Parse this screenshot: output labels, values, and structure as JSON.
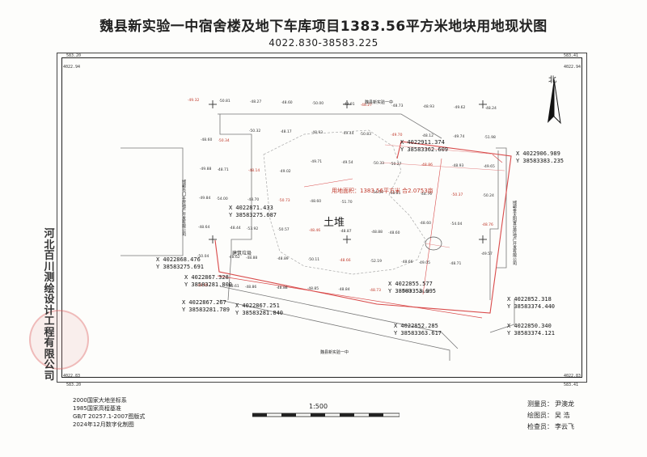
{
  "title": "魏县新实验一中宿舍楼及地下车库项目1383.56平方米地块用地现状图",
  "subtitle": "4022.830-38583.225",
  "corners": {
    "tl_top": "583.20",
    "tl_bottom": "4022.94",
    "tr_top": "583.41",
    "tr_bottom": "4022.94",
    "bl_top": "4022.83",
    "bl_bottom": "583.20",
    "br_top": "4022.83",
    "br_bottom": "583.41"
  },
  "north": "北",
  "sidebar_text": "河北百川测绘设计工程有限公司",
  "main_label": "土堆",
  "area_label": "用地面积：1383.56平方米 合2.0753亩",
  "building_label": "建筑垃圾",
  "map_labels": {
    "top_road": "魏县新实验一中",
    "bottom_road": "魏县新实验一中",
    "left_owner": "邯郸市门丰房地产开发有限公司",
    "right_owner": "邯郸金太阳置业房地产开发有限公司"
  },
  "coords": [
    {
      "x": "X  4022911.374",
      "y": "Y  38583362.609"
    },
    {
      "x": "X  4022906.989",
      "y": "Y  38583383.235"
    },
    {
      "x": "X  4022871.433",
      "y": "Y  38583275.687"
    },
    {
      "x": "X  4022868.476",
      "y": "Y  38583275.691"
    },
    {
      "x": "X  4022867.328",
      "y": "Y  38583281.800"
    },
    {
      "x": "X  4022867.267",
      "y": "Y  38583281.789"
    },
    {
      "x": "X  4022867.251",
      "y": "Y  38583281.840"
    },
    {
      "x": "X  4022855.577",
      "y": "Y  38583353.995"
    },
    {
      "x": "X  4022852.318",
      "y": "Y  38583374.440"
    },
    {
      "x": "X  4022852.285",
      "y": "Y  38583363.617"
    },
    {
      "x": "X  4022850.340",
      "y": "Y  38583374.121"
    }
  ],
  "elevations": [
    "49.32",
    "50.81",
    "48.27",
    "48.60",
    "50.00",
    "49.91",
    "48.27",
    "48.73",
    "48.93",
    "49.62",
    "48.24",
    "48.60",
    "50.34",
    "50.32",
    "48.17",
    "48.93",
    "49.44",
    "50.83",
    "49.70",
    "48.12",
    "49.74",
    "51.98",
    "49.88",
    "48.71",
    "48.14",
    "49.02",
    "49.71",
    "49.54",
    "50.33",
    "50.27",
    "48.86",
    "48.93",
    "49.65",
    "49.84",
    "54.00",
    "48.70",
    "50.73",
    "48.60",
    "51.70",
    "54.59",
    "48.81",
    "48.76",
    "50.37",
    "50.24",
    "48.64",
    "48.44",
    "53.92",
    "50.57",
    "48.46",
    "48.87",
    "48.88",
    "48.60",
    "48.60",
    "54.04",
    "48.76",
    "50.04",
    "48.62",
    "48.88",
    "48.89",
    "50.11",
    "48.66",
    "52.19",
    "48.66",
    "49.05",
    "48.71",
    "49.57",
    "48.40",
    "48.61",
    "48.86",
    "48.88",
    "48.85",
    "48.84",
    "48.73",
    "49.60",
    "49.60"
  ],
  "notes": [
    "2000国家大地坐标系",
    "1985国家高程基准",
    "GB/T 20257.1-2007图版式",
    "2024年12月数字化制图"
  ],
  "scale": "1:500",
  "signatures": [
    {
      "label": "测量员：",
      "name": "尹澳龙"
    },
    {
      "label": "绘图员：",
      "name": "吴  浩"
    },
    {
      "label": "检查员：",
      "name": "李云飞"
    }
  ],
  "colors": {
    "boundary": "#d94a4a",
    "line": "#666666",
    "text": "#222222"
  }
}
